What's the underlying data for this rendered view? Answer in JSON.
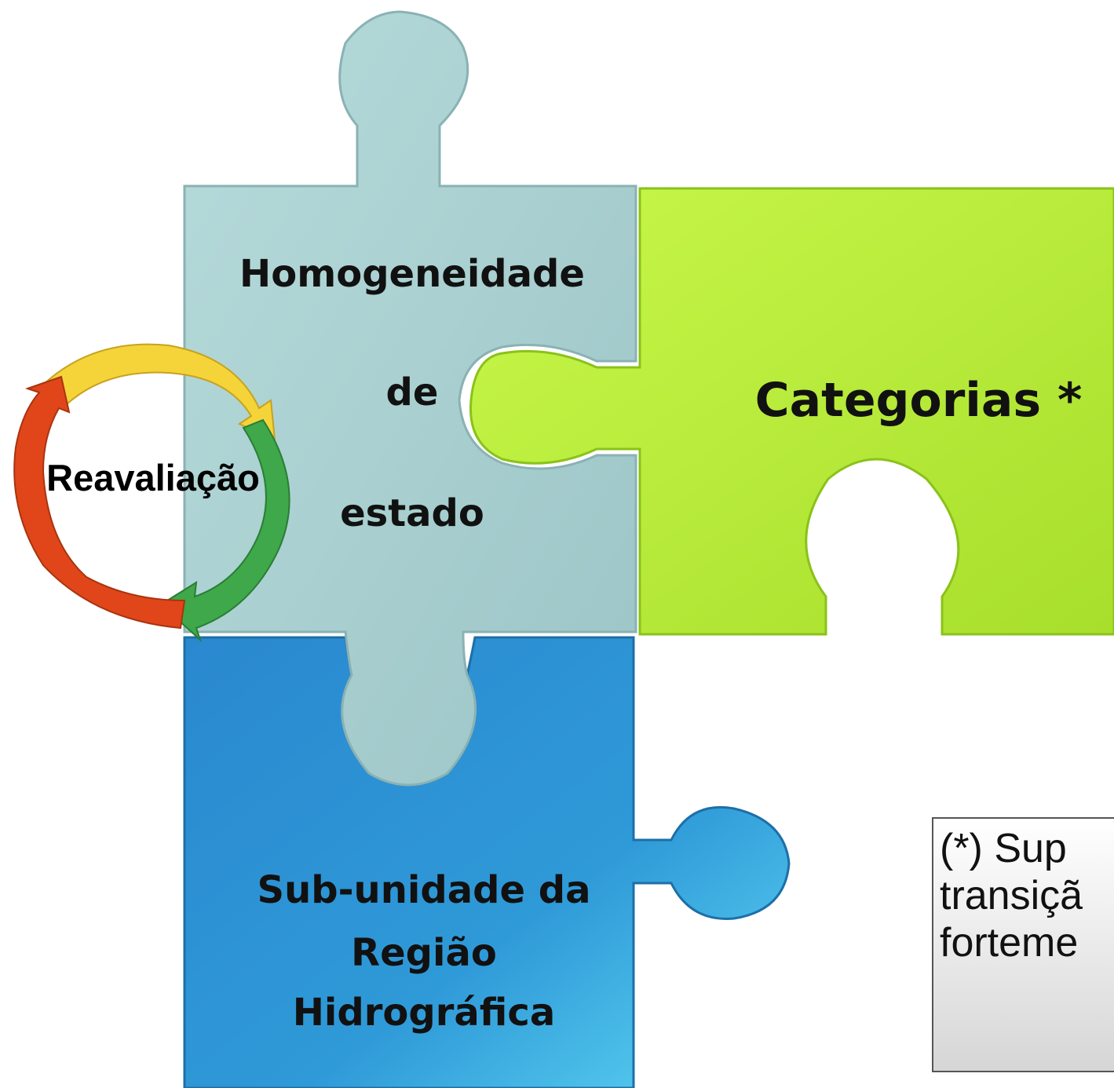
{
  "diagram": {
    "pieces": {
      "state": {
        "lines": [
          "Homogeneidade",
          "de",
          "estado"
        ],
        "color": "#a9d0d1"
      },
      "categories": {
        "label": "Categorias *",
        "color": "#bdf03c"
      },
      "subunit": {
        "lines": [
          "Sub-unidade da",
          "Região",
          "Hidrográfica"
        ],
        "color": "#2f97d6"
      }
    },
    "cycle": {
      "label": "Reavaliação",
      "arrow_colors": [
        "#f5d43a",
        "#3ea84a",
        "#e0461a"
      ]
    },
    "note": {
      "text": "(*) Sup\ntransiçã\nforteme"
    }
  }
}
